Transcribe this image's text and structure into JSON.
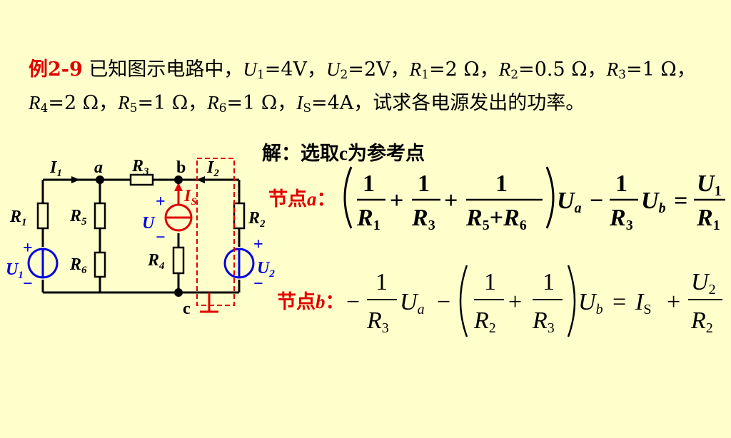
{
  "problem": {
    "tag": "例2-9",
    "intro": "已知图示电路中，",
    "params": [
      {
        "sym": "U",
        "sub": "1",
        "val": "=4V，"
      },
      {
        "sym": "U",
        "sub": "2",
        "val": "=2V，"
      },
      {
        "sym": "R",
        "sub": "1",
        "val": "=2 Ω，"
      },
      {
        "sym": "R",
        "sub": "2",
        "val": "=0.5 Ω，"
      },
      {
        "sym": "R",
        "sub": "3",
        "val": "=1 Ω，"
      },
      {
        "sym": "R",
        "sub": "4",
        "val": "=2 Ω，"
      },
      {
        "sym": "R",
        "sub": "5",
        "val": "=1 Ω，"
      },
      {
        "sym": "R",
        "sub": "6",
        "val": "=1 Ω，"
      },
      {
        "sym": "I",
        "sub": "S",
        "val": "=4A，"
      }
    ],
    "question": "试求各电源发出的功率。"
  },
  "solution": {
    "prefix": "解：",
    "text": "选取",
    "ref": "c",
    "suffix": "为参考点"
  },
  "circuit": {
    "I1": "I",
    "I1_sub": "1",
    "I2": "I",
    "I2_sub": "2",
    "Is": "I",
    "Is_sub": "S",
    "U": "U",
    "U1": "U",
    "U1_sub": "1",
    "U2": "U",
    "U2_sub": "2",
    "R1": "R",
    "R1_sub": "1",
    "R2": "R",
    "R2_sub": "2",
    "R3": "R",
    "R3_sub": "3",
    "R4": "R",
    "R4_sub": "4",
    "R5": "R",
    "R5_sub": "5",
    "R6": "R",
    "R6_sub": "6",
    "node_a": "a",
    "node_b": "b",
    "node_c": "c",
    "plus": "+",
    "minus": "−"
  },
  "eq_a": {
    "label": "节点",
    "node": "a",
    "colon": "：",
    "one": "1",
    "plus": "+",
    "minus": "−",
    "eqsign": "=",
    "R": "R",
    "R1s": "1",
    "R3s": "3",
    "R5s": "5",
    "R6s": "6",
    "U": "U",
    "Ua_s": "a",
    "Ub_s": "b",
    "U1s": "1"
  },
  "eq_b": {
    "label": "节点",
    "node": "b",
    "colon": "：",
    "one": "1",
    "plus": "+",
    "minus": "−",
    "eqsign": "=",
    "R": "R",
    "R2s": "2",
    "R3s": "3",
    "U": "U",
    "Ua_s": "a",
    "Ub_s": "b",
    "U2s": "2",
    "I": "I",
    "Is_s": "S"
  },
  "colors": {
    "node_label": "#E00000",
    "source_blue": "#0000E0",
    "source_red": "#E00000",
    "background": "#FFFFCC"
  }
}
